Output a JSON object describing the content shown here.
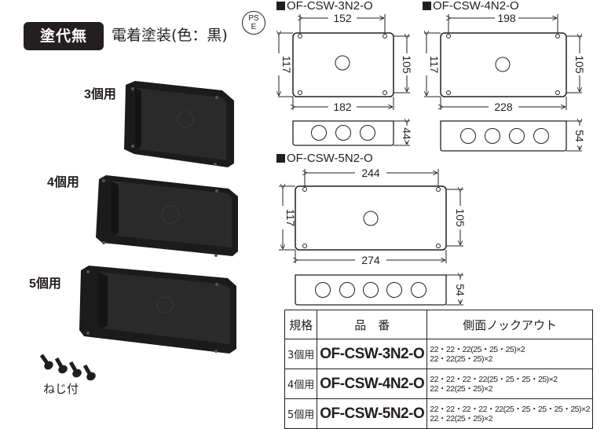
{
  "header": {
    "badge": "塗代無",
    "coating": "電着塗装(色：黒)",
    "pse_mark": {
      "line1": "PS",
      "line2": "E"
    }
  },
  "photos": {
    "labels": [
      "3個用",
      "4個用",
      "5個用"
    ],
    "screw_label": "ねじ付",
    "box_color": "#1e1e1e"
  },
  "drawings": [
    {
      "model": "OF-CSW-3N2-O",
      "outer_width": "182",
      "hole_pitch_width": "152",
      "outer_height": "117",
      "hole_pitch_height": "105",
      "depth": "44",
      "side_knockouts": 3
    },
    {
      "model": "OF-CSW-4N2-O",
      "outer_width": "228",
      "hole_pitch_width": "198",
      "outer_height": "117",
      "hole_pitch_height": "105",
      "depth": "54",
      "side_knockouts": 4
    },
    {
      "model": "OF-CSW-5N2-O",
      "outer_width": "274",
      "hole_pitch_width": "244",
      "outer_height": "117",
      "hole_pitch_height": "105",
      "depth": "54",
      "side_knockouts": 5
    }
  ],
  "table": {
    "headers": [
      "規格",
      "品　番",
      "側面ノックアウト"
    ],
    "rows": [
      {
        "size": "3個用",
        "model": "OF-CSW-3N2-O",
        "ko_line1": "22・22・22(25・25・25)×2",
        "ko_line2": "22・22(25・25)×2"
      },
      {
        "size": "4個用",
        "model": "OF-CSW-4N2-O",
        "ko_line1": "22・22・22・22(25・25・25・25)×2",
        "ko_line2": "22・22(25・25)×2"
      },
      {
        "size": "5個用",
        "model": "OF-CSW-5N2-O",
        "ko_line1": "22・22・22・22・22(25・25・25・25・25)×2",
        "ko_line2": "22・22(25・25)×2"
      }
    ]
  }
}
